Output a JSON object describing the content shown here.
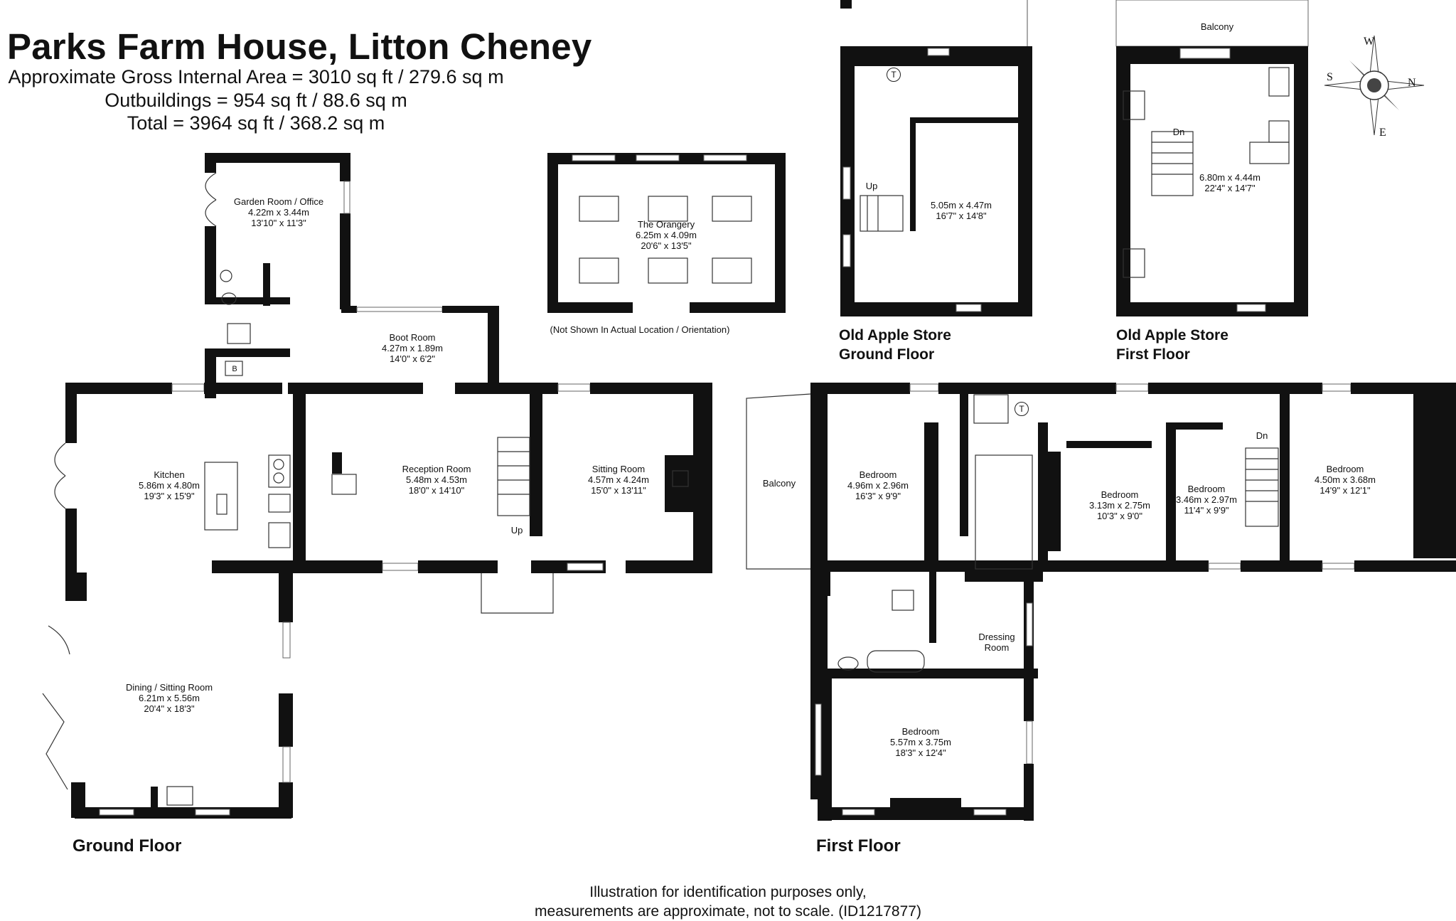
{
  "header": {
    "title": "Parks Farm House, Litton Cheney",
    "gross_area": "Approximate Gross Internal Area = 3010 sq ft / 279.6 sq m",
    "outbuildings": "Outbuildings = 954 sq ft / 88.6 sq m",
    "total": "Total = 3964 sq ft / 368.2 sq m"
  },
  "floors": {
    "ground": "Ground Floor",
    "first": "First Floor",
    "apple_ground_1": "Old Apple Store",
    "apple_ground_2": "Ground Floor",
    "apple_first_1": "Old Apple Store",
    "apple_first_2": "First Floor"
  },
  "rooms": {
    "garden": {
      "name": "Garden Room / Office",
      "metric": "4.22m x 3.44m",
      "imperial": "13'10\" x 11'3\""
    },
    "boot": {
      "name": "Boot Room",
      "metric": "4.27m x 1.89m",
      "imperial": "14'0\" x 6'2\""
    },
    "kitchen": {
      "name": "Kitchen",
      "metric": "5.86m x 4.80m",
      "imperial": "19'3\" x 15'9\""
    },
    "reception": {
      "name": "Reception Room",
      "metric": "5.48m x 4.53m",
      "imperial": "18'0\" x 14'10\""
    },
    "sitting": {
      "name": "Sitting Room",
      "metric": "4.57m x 4.24m",
      "imperial": "15'0\" x 13'11\""
    },
    "dining": {
      "name": "Dining / Sitting Room",
      "metric": "6.21m x 5.56m",
      "imperial": "20'4\" x 18'3\""
    },
    "orangery": {
      "name": "The Orangery",
      "metric": "6.25m x 4.09m",
      "imperial": "20'6\" x 13'5\""
    },
    "apple_g": {
      "name": "",
      "metric": "5.05m x 4.47m",
      "imperial": "16'7\" x 14'8\""
    },
    "apple_f": {
      "name": "",
      "metric": "6.80m x 4.44m",
      "imperial": "22'4\" x 14'7\""
    },
    "bed1": {
      "name": "Bedroom",
      "metric": "4.96m x 2.96m",
      "imperial": "16'3\" x 9'9\""
    },
    "bed2": {
      "name": "Bedroom",
      "metric": "3.13m x 2.75m",
      "imperial": "10'3\" x 9'0\""
    },
    "bed3": {
      "name": "Bedroom",
      "metric": "3.46m x 2.97m",
      "imperial": "11'4\" x 9'9\""
    },
    "bed4": {
      "name": "Bedroom",
      "metric": "4.50m x 3.68m",
      "imperial": "14'9\" x 12'1\""
    },
    "bed5": {
      "name": "Bedroom",
      "metric": "5.57m x 3.75m",
      "imperial": "18'3\" x 12'4\""
    }
  },
  "labels": {
    "balcony_first": "Balcony",
    "balcony_apple": "Balcony",
    "dressing_1": "Dressing",
    "dressing_2": "Room",
    "up_apple": "Up",
    "dn_apple": "Dn",
    "up_main": "Up",
    "dn_main": "Dn",
    "boiler": "B",
    "tank_1": "T",
    "tank_2": "T",
    "orangery_note": "(Not Shown In Actual Location / Orientation)"
  },
  "compass": {
    "icon": "compass-rose-icon",
    "n": "N",
    "s": "S",
    "e": "E",
    "w": "W"
  },
  "disclaimer": {
    "line1": "Illustration for identification purposes only,",
    "line2": "measurements are approximate, not to scale. (ID1217877)"
  }
}
